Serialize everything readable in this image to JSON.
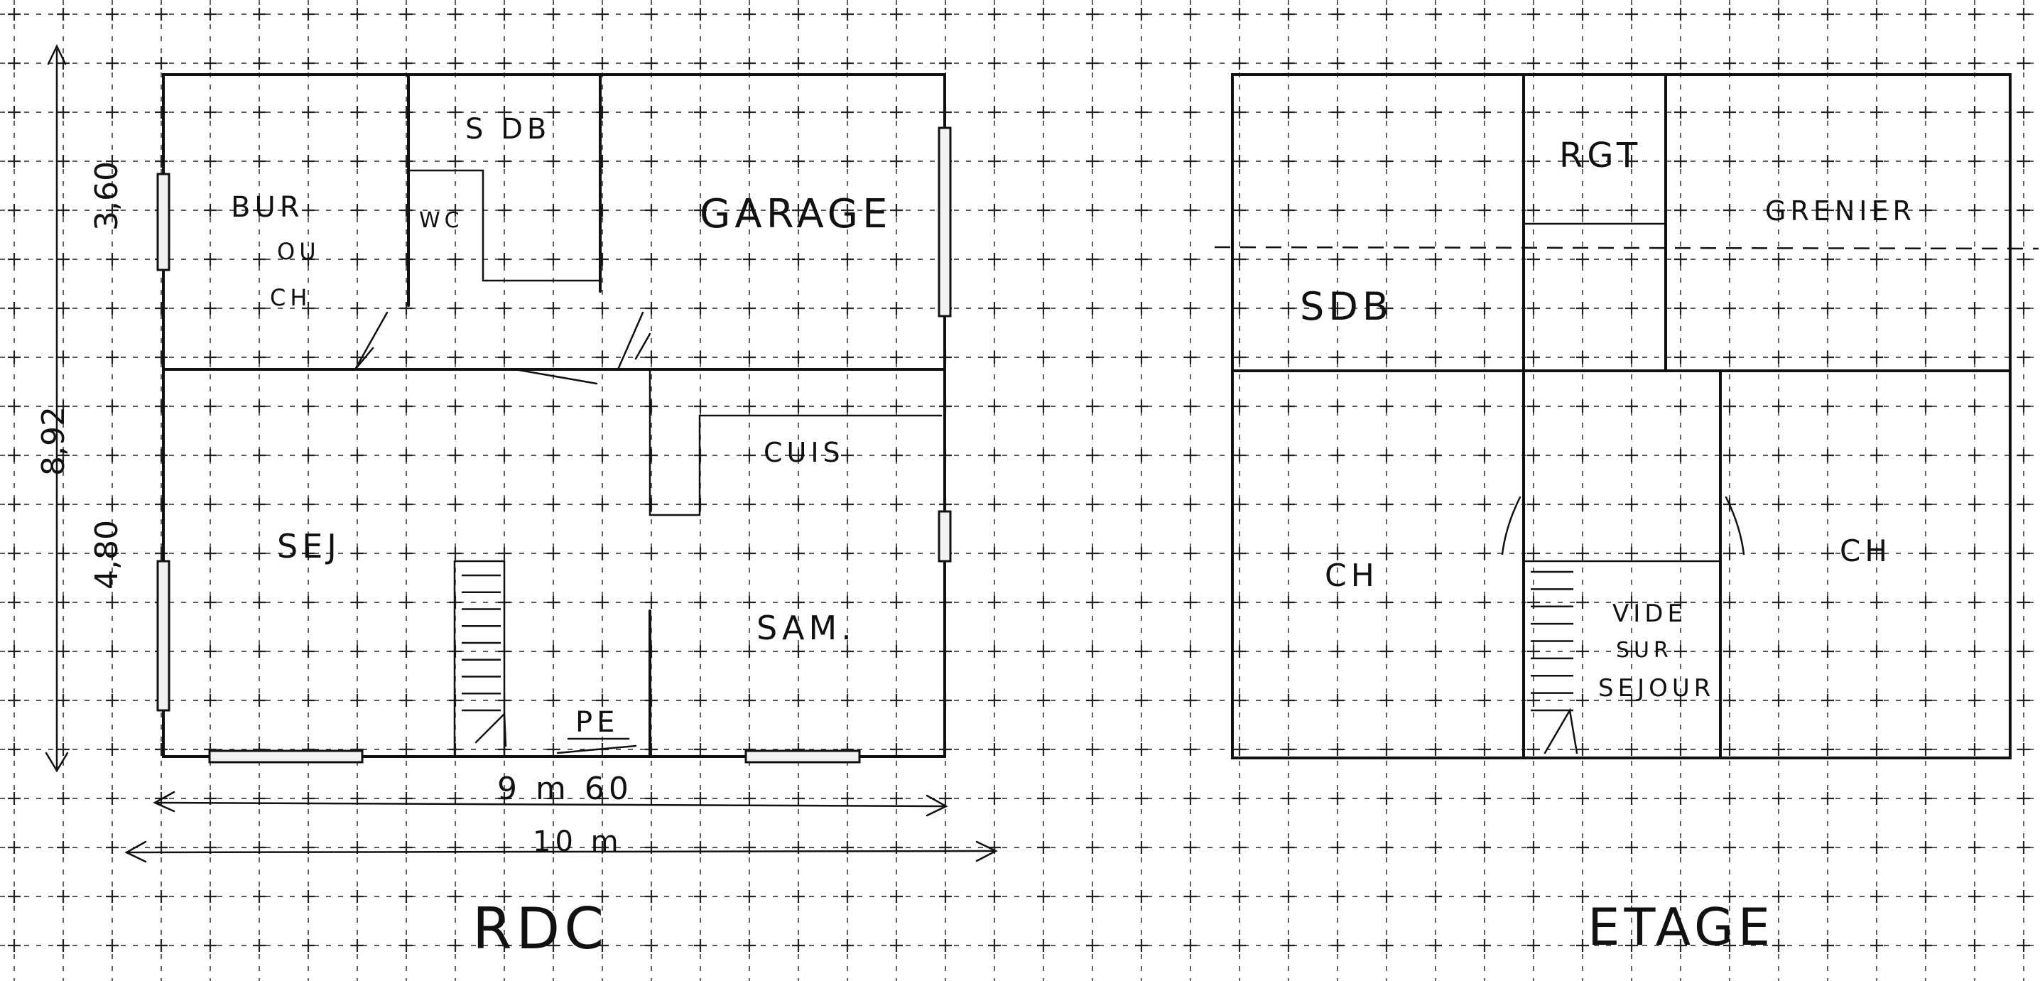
{
  "grid": {
    "color": "#222222"
  },
  "rdc": {
    "title": "RDC",
    "rooms": {
      "sdb": "S DB",
      "bur": "BUR",
      "ou": "OU",
      "ch": "CH",
      "wc": "WC",
      "garage": "GARAGE",
      "cuis": "CUIS",
      "sej": "SEJ",
      "sam": "SAM.",
      "pe": "PE"
    },
    "dims": {
      "depth_top": "3,60",
      "depth_bottom": "4,80",
      "depth_total": "8,92",
      "width_inner": "9 m 60",
      "width_total": "10 m"
    }
  },
  "etage": {
    "title": "ETAGE",
    "rooms": {
      "rgt": "RGT",
      "grenier": "GRENIER",
      "sdb": "SDB",
      "ch_left": "CH",
      "ch_right": "CH",
      "vide_1": "VIDE",
      "vide_2": "SUR",
      "vide_3": "SEJOUR"
    }
  }
}
